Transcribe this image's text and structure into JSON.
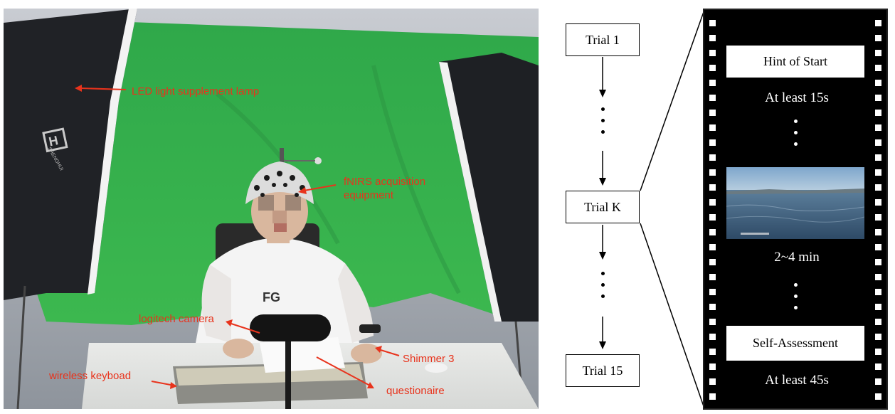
{
  "photo": {
    "labels": {
      "led": "LED light supplement lamp",
      "fnirs": "fNIRS acquisition\nequipment",
      "camera": "logitech camera",
      "shimmer": "Shimmer 3",
      "keyboard": "wireless keyboad",
      "questionnaire": "questionaire"
    },
    "shirt_logo": "FG",
    "lamp_brand": "SHENGHUI",
    "annotation_color": "#e8331c"
  },
  "flow": {
    "trials": [
      "Trial 1",
      "Trial K",
      "Trial 15"
    ]
  },
  "film": {
    "start_box": "Hint of Start",
    "start_time": "At least 15s",
    "video_time": "2~4 min",
    "assess_box": "Self-Assessment",
    "assess_time": "At least 45s"
  }
}
